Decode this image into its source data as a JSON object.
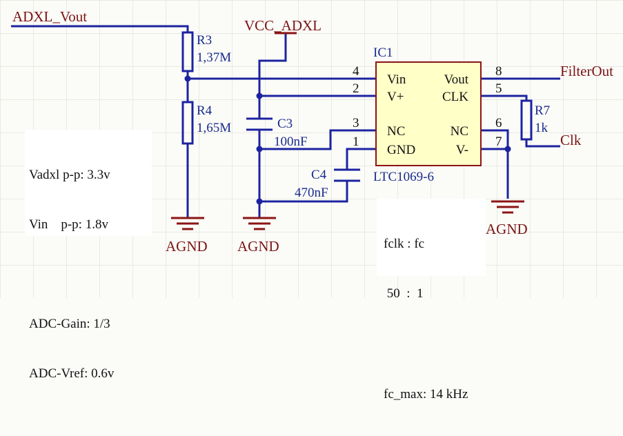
{
  "nets": {
    "adxl_vout": "ADXL_Vout",
    "vcc": "VCC_ADXL",
    "filter_out": "FilterOut",
    "clk": "Clk",
    "agnd": "AGND"
  },
  "ic": {
    "ref": "IC1",
    "part": "LTC1069-6",
    "pins_left": [
      {
        "num": "4",
        "name": "Vin"
      },
      {
        "num": "2",
        "name": "V+"
      },
      {
        "num": "3",
        "name": "NC"
      },
      {
        "num": "1",
        "name": "GND"
      }
    ],
    "pins_right": [
      {
        "num": "8",
        "name": "Vout"
      },
      {
        "num": "5",
        "name": "CLK"
      },
      {
        "num": "6",
        "name": "NC"
      },
      {
        "num": "7",
        "name": "V-"
      }
    ]
  },
  "components": {
    "r3": {
      "ref": "R3",
      "value": "1,37M"
    },
    "r4": {
      "ref": "R4",
      "value": "1,65M"
    },
    "r7": {
      "ref": "R7",
      "value": "1k"
    },
    "c3": {
      "ref": "C3",
      "value": "100nF"
    },
    "c4": {
      "ref": "C4",
      "value": "470nF"
    }
  },
  "notes": {
    "left": [
      "Vadxl p-p: 3.3v",
      "Vin    p-p: 1.8v",
      "",
      "ADC-Gain: 1/3",
      "ADC-Vref: 0.6v"
    ],
    "right": [
      "fclk : fc",
      " 50  :  1",
      "",
      "fc_max: 14 kHz"
    ]
  },
  "colors": {
    "wire": "#1c23a0",
    "component": "#1c23a0",
    "net_label": "#7a1414",
    "ground": "#8b1414",
    "ic_fill": "#ffffc8",
    "ic_border": "#8b1414"
  }
}
